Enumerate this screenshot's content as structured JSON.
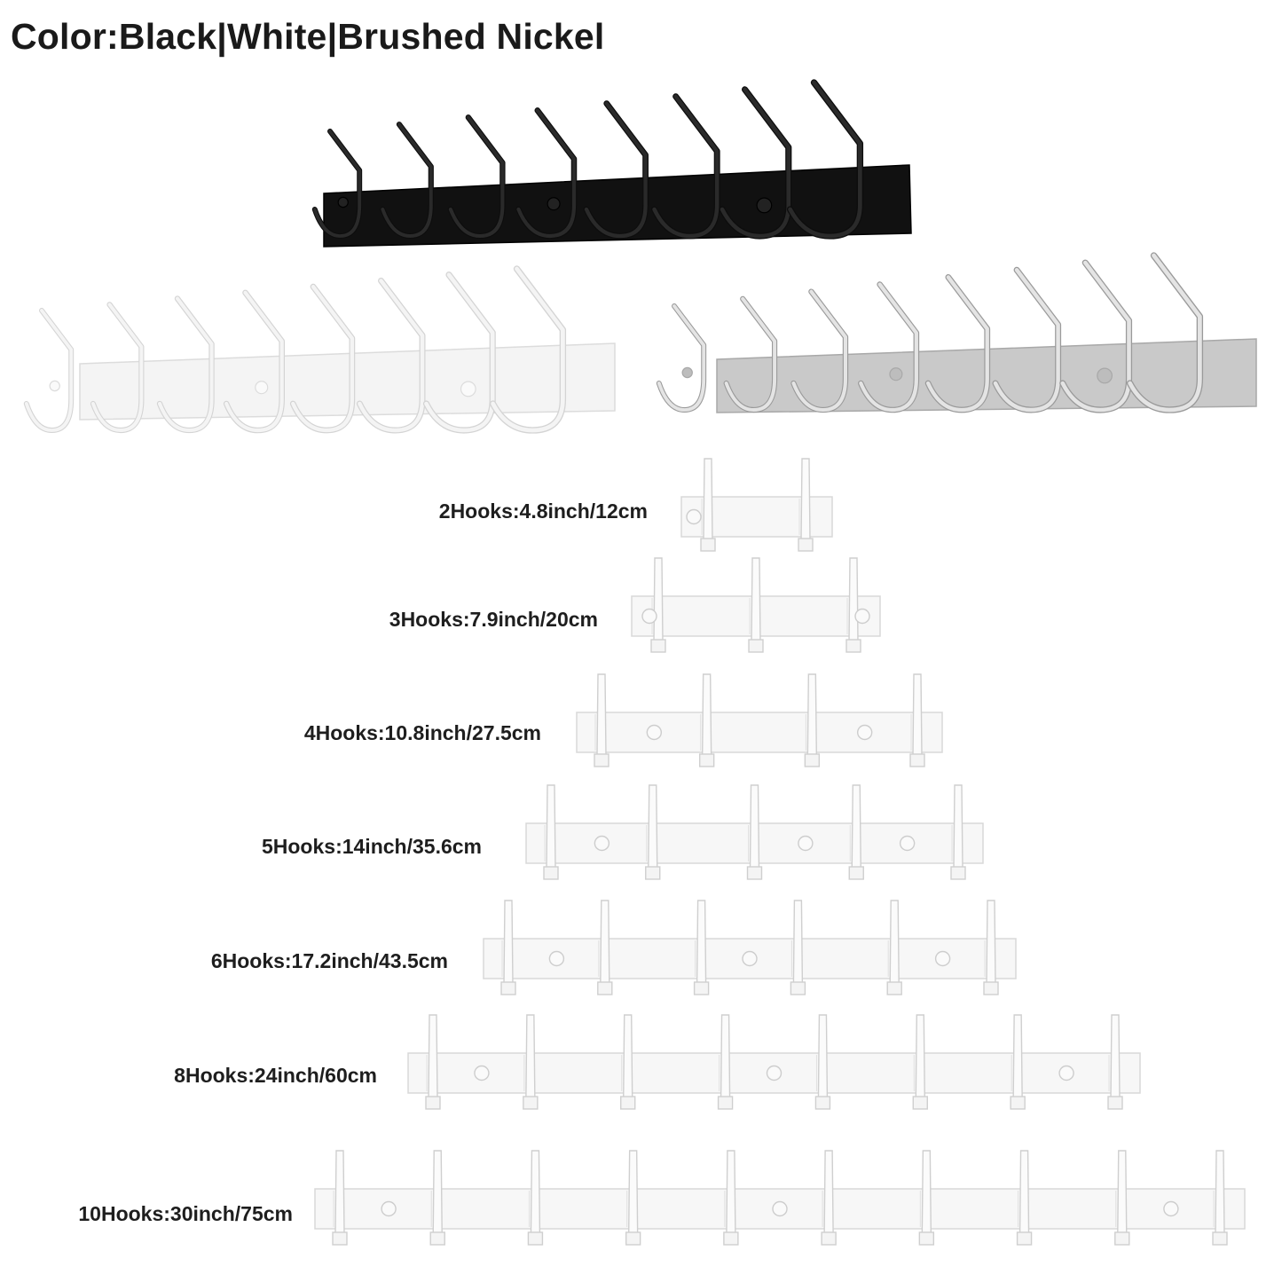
{
  "title": "Color:Black|White|Brushed Nickel",
  "colors": {
    "black": "#111111",
    "white": "#f4f4f4",
    "brushed_nickel": "#c9c9c9"
  },
  "sizes": [
    {
      "hooks": 2,
      "label": "2Hooks:4.8inch/12cm"
    },
    {
      "hooks": 3,
      "label": "3Hooks:7.9inch/20cm"
    },
    {
      "hooks": 4,
      "label": "4Hooks:10.8inch/27.5cm"
    },
    {
      "hooks": 5,
      "label": "5Hooks:14inch/35.6cm"
    },
    {
      "hooks": 6,
      "label": "6Hooks:17.2inch/43.5cm"
    },
    {
      "hooks": 8,
      "label": "8Hooks:24inch/60cm"
    },
    {
      "hooks": 10,
      "label": "10Hooks:30inch/75cm"
    }
  ]
}
